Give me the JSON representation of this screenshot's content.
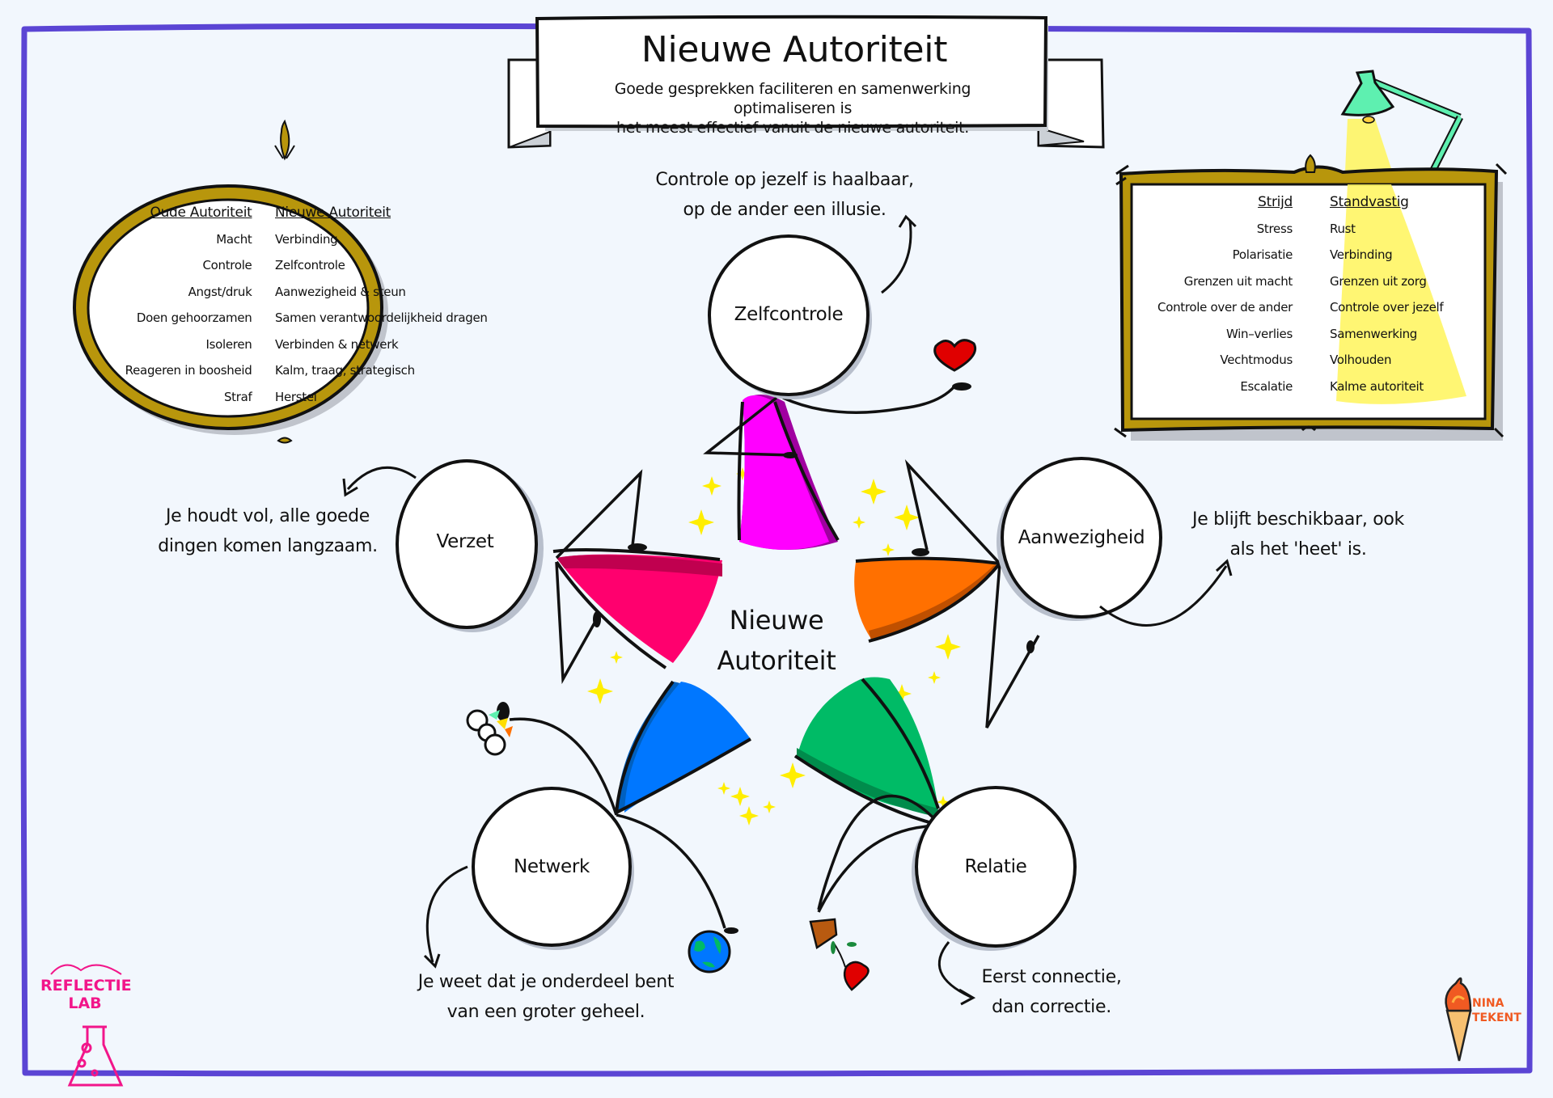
{
  "header": {
    "title": "Nieuwe Autoriteit",
    "subtitle_line1": "Goede gesprekken faciliteren en samenwerking optimaliseren is",
    "subtitle_line2": "het meest effectief vanuit de nieuwe autoriteit."
  },
  "oval_table": {
    "col_old_header": "Oude Autoriteit",
    "col_new_header": "Nieuwe Autoriteit",
    "rows": [
      {
        "old": "Macht",
        "new": "Verbinding"
      },
      {
        "old": "Controle",
        "new": "Zelfcontrole"
      },
      {
        "old": "Angst/druk",
        "new": "Aanwezigheid & steun"
      },
      {
        "old": "Doen gehoorzamen",
        "new": "Samen verantwoordelijkheid dragen"
      },
      {
        "old": "Isoleren",
        "new": "Verbinden & netwerk"
      },
      {
        "old": "Reageren in boosheid",
        "new": "Kalm, traag, strategisch"
      },
      {
        "old": "Straf",
        "new": "Herstel"
      }
    ]
  },
  "frame_table": {
    "col_left_header": "Strijd",
    "col_right_header": "Standvastig",
    "rows": [
      {
        "left": "Stress",
        "right": "Rust"
      },
      {
        "left": "Polarisatie",
        "right": "Verbinding"
      },
      {
        "left": "Grenzen uit macht",
        "right": "Grenzen uit zorg"
      },
      {
        "left": "Controle over de ander",
        "right": "Controle over jezelf"
      },
      {
        "left": "Win–verlies",
        "right": "Samenwerking"
      },
      {
        "left": "Vechtmodus",
        "right": "Volhouden"
      },
      {
        "left": "Escalatie",
        "right": "Kalme autoriteit"
      }
    ]
  },
  "center_label": {
    "line1": "Nieuwe",
    "line2": "Autoriteit"
  },
  "nodes": {
    "zelfcontrole": {
      "label": "Zelfcontrole",
      "quote_line1": "Controle op jezelf is haalbaar,",
      "quote_line2": "op de ander een illusie.",
      "color": "#ff00ff"
    },
    "verzet": {
      "label": "Verzet",
      "quote_line1": "Je houdt vol, alle goede",
      "quote_line2": "dingen komen langzaam.",
      "color": "#ff006e"
    },
    "aanwezigheid": {
      "label": "Aanwezigheid",
      "quote_line1": "Je blijft beschikbaar, ook",
      "quote_line2": "als het 'heet' is.",
      "color": "#ff7000"
    },
    "netwerk": {
      "label": "Netwerk",
      "quote_line1": "Je weet dat je onderdeel bent",
      "quote_line2": "van een groter geheel.",
      "color": "#0077ff"
    },
    "relatie": {
      "label": "Relatie",
      "quote_line1": "Eerst connectie,",
      "quote_line2": "dan correctie.",
      "color": "#00bb66"
    }
  },
  "logos": {
    "reflectie_line1": "REFLECTIE",
    "reflectie_line2": "LAB",
    "nina_line1": "NINA",
    "nina_line2": "TEKENT"
  },
  "colors": {
    "border": "#5b45d4",
    "gold": "#b8960c",
    "lamp": "#5ef0b0",
    "light": "#fff55a",
    "star": "#ffee00",
    "heart": "#e00000",
    "shadow": "#b8bfcc"
  }
}
